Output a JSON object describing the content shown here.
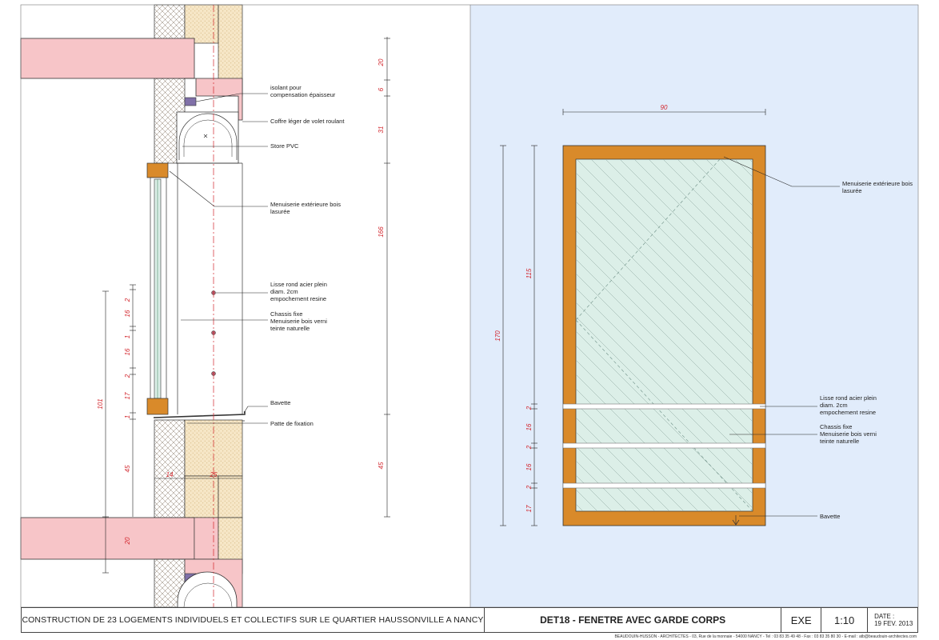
{
  "section": {
    "dims_top": [
      "20",
      "6",
      "31",
      "166",
      "45"
    ],
    "dims_mid": [
      "2",
      "16",
      "1",
      "16",
      "2",
      "17",
      "1"
    ],
    "dims_outer": [
      "101",
      "45",
      "20"
    ],
    "dims_bottom": [
      "14",
      "25"
    ],
    "labels": {
      "isolant": [
        "isolant pour",
        "compensation épaisseur"
      ],
      "coffre": [
        "Coffre léger de volet roulant"
      ],
      "store": [
        "Store PVC"
      ],
      "menuiserie": [
        "Menuiserie extérieure bois",
        "lasurée"
      ],
      "lisse": [
        "Lisse rond acier plein",
        "diam. 2cm",
        "empochement resine"
      ],
      "chassis": [
        "Chassis fixe",
        "Menuiserie bois verni",
        "teinte naturelle"
      ],
      "bavette": [
        "Bavette"
      ],
      "patte": [
        "Patte de fixation"
      ]
    }
  },
  "elevation": {
    "width_dim": "90",
    "height_dim": "170",
    "upper_dim": "115",
    "lower_dims": [
      "2",
      "16",
      "2",
      "16",
      "2",
      "17"
    ],
    "labels": {
      "menuiserie": [
        "Menuiserie extérieure bois",
        "lasurée"
      ],
      "lisse": [
        "Lisse rond acier plein",
        "diam. 2cm",
        "empochement resine"
      ],
      "chassis": [
        "Chassis fixe",
        "Menuiserie bois verni",
        "teinte naturelle"
      ],
      "bavette": [
        "Bavette"
      ]
    }
  },
  "titleblock": {
    "project": "CONSTRUCTION DE 23 LOGEMENTS INDIVIDUELS ET COLLECTIFS SUR LE QUARTIER HAUSSONVILLE A NANCY",
    "sheet": "DET18 - FENETRE AVEC GARDE CORPS",
    "phase": "EXE",
    "scale": "1:10",
    "date_label": "DATE :",
    "date": "19 FEV. 2013"
  },
  "footer": "BEAUDOUIN-HUSSON - ARCHITECTES - 03, Rue de la monnaie - 54000 NANCY - Tel : 03 83 35 49 48 - Fax : 03 83 35 80 30 - E-mail : atb@beaudouin-architectes.com",
  "colors": {
    "slab": "#f7c5c8",
    "insulation": "#f6e6c6",
    "wood": "#d98a2a",
    "glass": "#dcefe8",
    "elev_bg": "#e1ecfb",
    "dim": "#d2232a",
    "line": "#222222"
  }
}
